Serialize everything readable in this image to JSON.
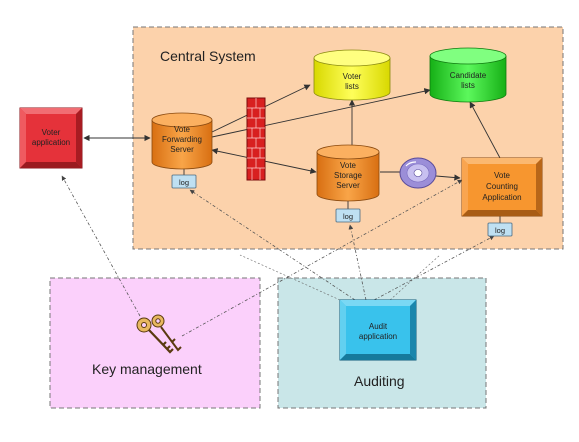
{
  "regions": {
    "central": "Central System",
    "key_mgmt": "Key management",
    "auditing": "Auditing"
  },
  "nodes": {
    "voter_app": [
      "Voter",
      "application"
    ],
    "vote_fwd": [
      "Vote",
      "Forwarding",
      "Server"
    ],
    "voter_lists": [
      "Voter",
      "lists"
    ],
    "candidate_lists": [
      "Candidate",
      "lists"
    ],
    "vote_storage": [
      "Vote",
      "Storage",
      "Server"
    ],
    "vote_counting": [
      "Vote",
      "Counting",
      "Application"
    ],
    "audit_app": [
      "Audit",
      "application"
    ]
  },
  "logs": {
    "fwd_log": "log",
    "storage_log": "log",
    "counting_log": "log"
  },
  "colors": {
    "central_bg": "#fcd2ab",
    "key_bg": "#fbd0fb",
    "audit_bg": "#c9e6e8",
    "orange": "#f7962f",
    "yellow": "#ffff3a",
    "green": "#3cf23c",
    "red": "#e5323a",
    "blue": "#39c2ec",
    "log": "#bfe0f2"
  }
}
